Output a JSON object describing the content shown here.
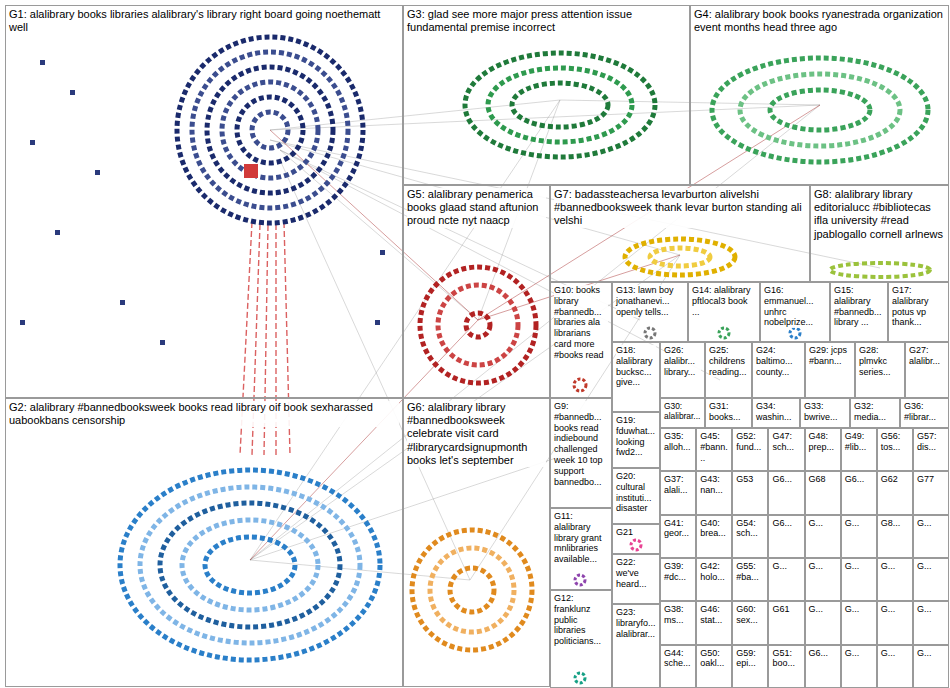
{
  "diagram": {
    "nodes": [
      {
        "text": [
          "G1: alalibrary books libraries alalibrary's library right board going noethematt well"
        ]
      },
      {
        "text": [
          "G3: glad see more major press attention issue fundamental premise incorrect"
        ]
      },
      {
        "text": [
          "G4: alalibrary book books ryanestrada organization event months head three ago"
        ]
      },
      {
        "text": [
          "G5: alalibrary penamerica books glaad stand aftunion proud ncte nyt naacp"
        ]
      },
      {
        "text": [
          "G7: badassteachersa levarburton alivelshi #bannedbooksweek thank levar burton standing ali velshi"
        ]
      },
      {
        "text": [
          "G8: alalibrary library editorialucc #bibliotecas ifla university #read jpablogallo cornell arlnews"
        ]
      },
      {
        "text": [
          "G10: books library #bannedb... libraries ala librarians card more #books read"
        ]
      },
      {
        "text": [
          "G13: lawn boy jonathanevi... openly tells..."
        ]
      },
      {
        "text": [
          "G14: alalibrary pftlocal3 book ..."
        ]
      },
      {
        "text": [
          "G16: emmanuel... unhrc nobelprize..."
        ]
      },
      {
        "text": [
          "G15: alalibrary #bannedb... library ..."
        ]
      },
      {
        "text": [
          "G17: alalibrary potus vp thank..."
        ]
      },
      {
        "text": [
          "G18: alalibrary bucksc... give..."
        ]
      },
      {
        "text": [
          "G26: alalibr... library..."
        ]
      },
      {
        "text": [
          "G25: childrens reading..."
        ]
      },
      {
        "text": [
          "G24: baltimo... county..."
        ]
      },
      {
        "text": [
          "G29: jcps #bann..."
        ]
      },
      {
        "text": [
          "G28: plmvkc series..."
        ]
      },
      {
        "text": [
          "G27: alalibr..."
        ]
      },
      {
        "text": [
          "G9: #bannedb... books read indiebound challenged week 10 top support bannedbo..."
        ]
      },
      {
        "text": [
          "G30: alalibrar..."
        ]
      },
      {
        "text": [
          "G31: books..."
        ]
      },
      {
        "text": [
          "G34: washin..."
        ]
      },
      {
        "text": [
          "G33: bwrive..."
        ]
      },
      {
        "text": [
          "G32: media..."
        ]
      },
      {
        "text": [
          "G36: #librar..."
        ]
      },
      {
        "text": [
          "G19: fduwhat... looking fwd2..."
        ]
      },
      {
        "text": [
          "G20: cultural instituti... disaster"
        ]
      },
      {
        "text": [
          "G11: alalibrary library grant mnlibraries available..."
        ]
      },
      {
        "text": [
          "G21"
        ]
      },
      {
        "text": [
          "G22: we've heard..."
        ]
      },
      {
        "text": [
          "G12: franklunz public libraries politicians..."
        ]
      },
      {
        "text": [
          "G23: libraryfo... alalibrar..."
        ]
      },
      {
        "text": [
          "G2: alalibrary #bannedbooksweek books read library oif book sexharassed uabookbans censorship"
        ]
      },
      {
        "text": [
          "G6: alalibrary library #bannedbooksweek celebrate visit card #librarycardsignupmonth books let's september"
        ]
      },
      {
        "text": [
          "G35: alloh..."
        ]
      },
      {
        "text": [
          "G45: #bann..."
        ]
      },
      {
        "text": [
          "G52: fund..."
        ]
      },
      {
        "text": [
          "G47: sch..."
        ]
      },
      {
        "text": [
          "G48: prep..."
        ]
      },
      {
        "text": [
          "G49: #lib..."
        ]
      },
      {
        "text": [
          "G56: tos..."
        ]
      },
      {
        "text": [
          "G57: dis..."
        ]
      },
      {
        "text": [
          "G37: alali..."
        ]
      },
      {
        "text": [
          "G43: nan..."
        ]
      },
      {
        "text": [
          "G53"
        ]
      },
      {
        "text": [
          "G6..."
        ]
      },
      {
        "text": [
          "G68"
        ]
      },
      {
        "text": [
          "G6..."
        ]
      },
      {
        "text": [
          "G62"
        ]
      },
      {
        "text": [
          "G77"
        ]
      },
      {
        "text": [
          "G41: geor..."
        ]
      },
      {
        "text": [
          "G40: brea..."
        ]
      },
      {
        "text": [
          "G54: sch..."
        ]
      },
      {
        "text": [
          "G6..."
        ]
      },
      {
        "text": [
          "G..."
        ]
      },
      {
        "text": [
          "G..."
        ]
      },
      {
        "text": [
          "G8..."
        ]
      },
      {
        "text": [
          "G..."
        ]
      },
      {
        "text": [
          "G39: #dc..."
        ]
      },
      {
        "text": [
          "G42: holo..."
        ]
      },
      {
        "text": [
          "G55: #ba..."
        ]
      },
      {
        "text": [
          "G..."
        ]
      },
      {
        "text": [
          "G..."
        ]
      },
      {
        "text": [
          "G..."
        ]
      },
      {
        "text": [
          "G..."
        ]
      },
      {
        "text": [
          "G..."
        ]
      },
      {
        "text": [
          "G38: ms..."
        ]
      },
      {
        "text": [
          "G46: stat..."
        ]
      },
      {
        "text": [
          "G60: sex..."
        ]
      },
      {
        "text": [
          "G61"
        ]
      },
      {
        "text": [
          "G..."
        ]
      },
      {
        "text": [
          "G..."
        ]
      },
      {
        "text": [
          "G..."
        ]
      },
      {
        "text": [
          "G..."
        ]
      },
      {
        "text": [
          "G44: sche..."
        ]
      },
      {
        "text": [
          "G50: oakl..."
        ]
      },
      {
        "text": [
          "G59: epi..."
        ]
      },
      {
        "text": [
          "G51: boo..."
        ]
      },
      {
        "text": [
          "G6..."
        ]
      },
      {
        "text": [
          "G..."
        ]
      },
      {
        "text": [
          "G..."
        ]
      },
      {
        "text": [
          "G..."
        ]
      }
    ]
  }
}
